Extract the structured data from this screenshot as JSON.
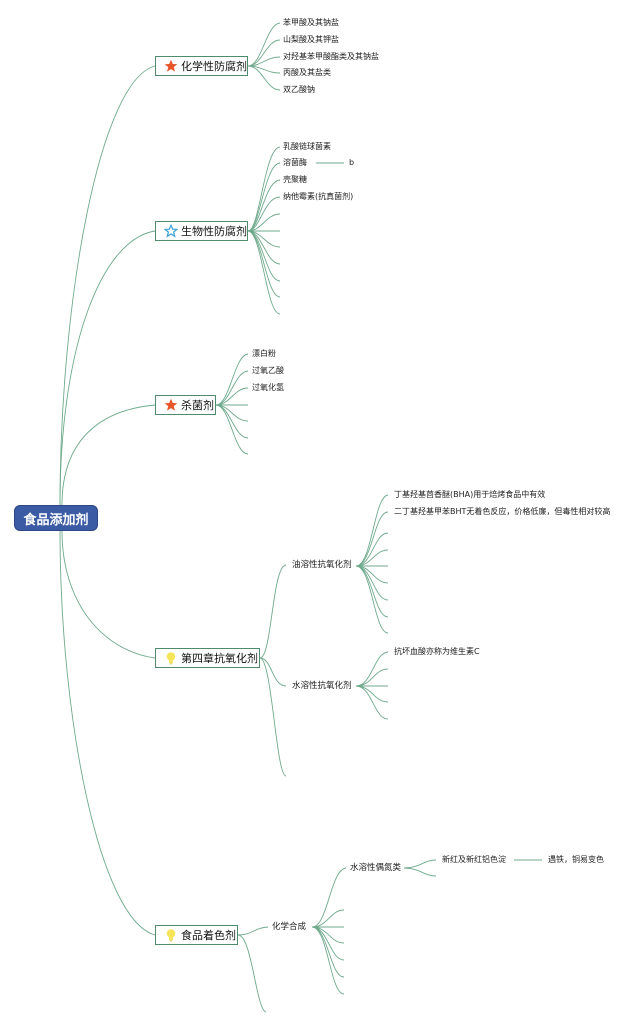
{
  "root": "食品添加剂",
  "chem": {
    "title": "化学性防腐剂",
    "icon": "star-filled-icon",
    "items": [
      "苯甲酸及其钠盐",
      "山梨酸及其钾盐",
      "对羟基苯甲酸酯类及其钠盐",
      "丙酸及其盐类",
      "双乙酸钠"
    ]
  },
  "bio": {
    "title": "生物性防腐剂",
    "icon": "star-outline-icon",
    "items": [
      "乳酸链球菌素",
      "溶菌酶",
      "壳聚糖",
      "纳他霉素(抗真菌剂)"
    ],
    "lysozyme_sub": "b"
  },
  "steril": {
    "title": "杀菌剂",
    "icon": "star-filled-icon",
    "items": [
      "漂白粉",
      "过氧乙酸",
      "过氧化氢"
    ]
  },
  "anti": {
    "title": "第四章抗氧化剂",
    "icon": "lightbulb-icon",
    "oil": {
      "label": "油溶性抗氧化剂",
      "items": [
        "丁基羟基茴香醚(BHA)用于焙烤食品中有效",
        "二丁基羟基甲苯BHT无着色反应，价格低廉，但毒性相对较高"
      ]
    },
    "water": {
      "label": "水溶性抗氧化剂",
      "items": [
        "抗坏血酸亦称为维生素C"
      ]
    }
  },
  "color": {
    "title": "食品着色剂",
    "icon": "lightbulb-icon",
    "chem": {
      "label": "化学合成",
      "azo": {
        "label": "水溶性偶氮类",
        "item": "新红及新红铝色淀",
        "note": "遇铁，铜易变色"
      }
    }
  },
  "colors": {
    "line": "#6faa8c",
    "box_border": "#4e8a6c",
    "root_bg": "#3b5ba5",
    "star_red": "#e8562a",
    "star_blue": "#3a9fd8",
    "bulb": "#f6e45a"
  }
}
